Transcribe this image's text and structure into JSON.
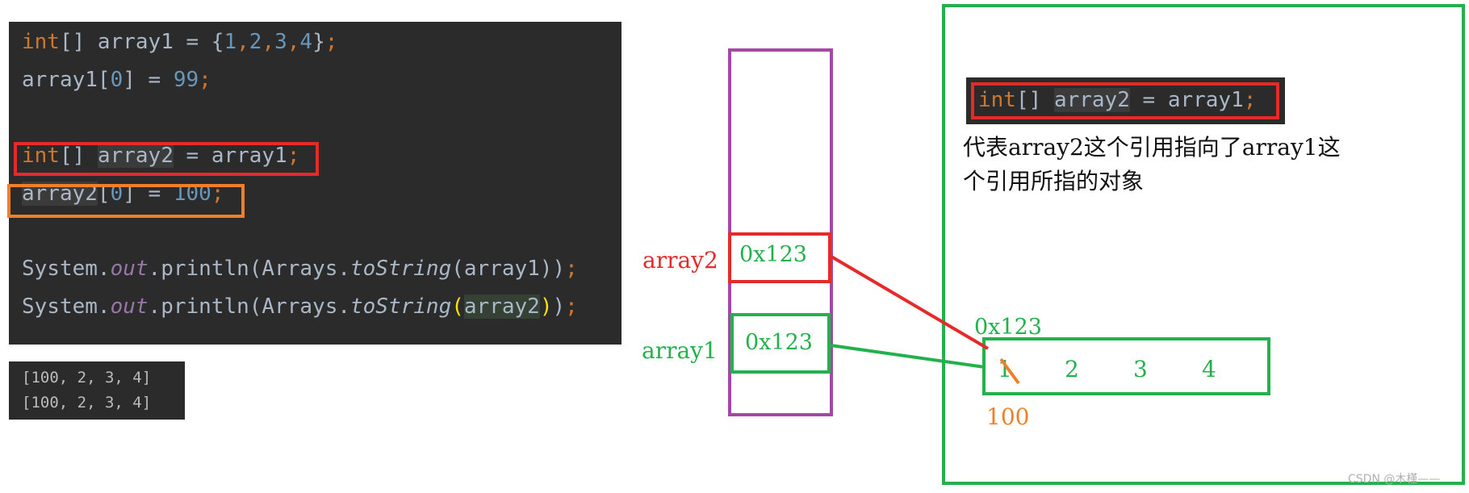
{
  "code": {
    "line1": {
      "kw": "int",
      "p1": "[] array1 = {",
      "n1": "1",
      "c1": ",",
      "n2": "2",
      "c2": ",",
      "n3": "3",
      "c3": ",",
      "n4": "4",
      "p2": "}",
      "semi": ";"
    },
    "line2": {
      "p1": "array1[",
      "n1": "0",
      "p2": "] = ",
      "n2": "99",
      "semi": ";"
    },
    "line3": {
      "kw": "int",
      "p1": "[] ",
      "v": "array2",
      "p2": " = array1",
      "semi": ";"
    },
    "line4": {
      "v": "array2",
      "p1": "[",
      "n1": "0",
      "p2": "] = ",
      "n2": "100",
      "semi": ";"
    },
    "line5": {
      "p1": "System.",
      "field": "out",
      "p2": ".println(Arrays.",
      "method": "toString",
      "p3": "(array1))",
      "semi": ";"
    },
    "line6": {
      "p1": "System.",
      "field": "out",
      "p2": ".println(Arrays.",
      "method": "toString",
      "lp": "(",
      "v": "array2",
      "rp": ")",
      "p3": ")",
      "semi": ";"
    }
  },
  "output": {
    "lines": [
      "[100, 2, 3, 4]",
      "[100, 2, 3, 4]"
    ]
  },
  "stack": {
    "array2_label": "array2",
    "array2_value": "0x123",
    "array1_label": "array1",
    "array1_value": "0x123"
  },
  "heap": {
    "snippet": {
      "kw": "int",
      "p1": "[] ",
      "v": "array2",
      "p2": " = array1",
      "semi": ";"
    },
    "description_line1": "代表array2这个引用指向了array1这",
    "description_line2": "个引用所指的对象",
    "address": "0x123",
    "elements": [
      "1",
      "2",
      "3",
      "4"
    ],
    "new_value": "100"
  },
  "watermark": "CSDN @木槿——",
  "colors": {
    "red": "#e52a2a",
    "orange": "#f07f2a",
    "green": "#22b14c",
    "purple": "#a349a4"
  }
}
